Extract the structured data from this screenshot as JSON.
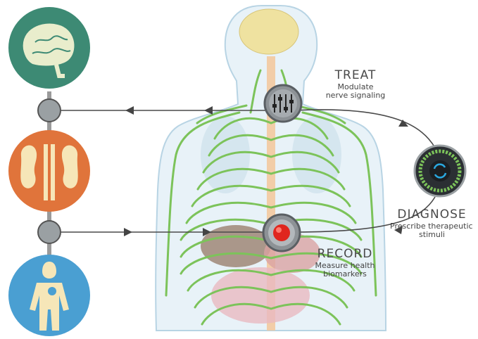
{
  "treat": {
    "title": "TREAT",
    "line1": "Modulate",
    "line2": "nerve signaling"
  },
  "diagnose": {
    "title": "DIAGNOSE",
    "line1": "Prescribe therapeutic",
    "line2": "stimuli"
  },
  "record": {
    "title": "RECORD",
    "line1": "Measure health",
    "line2": "biomarkers"
  },
  "organs": [
    {
      "name": "brain",
      "color": "#3d8a74"
    },
    {
      "name": "kidneys",
      "color": "#e0743b"
    },
    {
      "name": "body",
      "color": "#4a9fd2"
    }
  ],
  "colors": {
    "nerve": "#7cc35a",
    "skin": "#cfe6f2",
    "line": "#4a4a4a",
    "record": "#e0261e",
    "accent": "#2aa8e0"
  }
}
